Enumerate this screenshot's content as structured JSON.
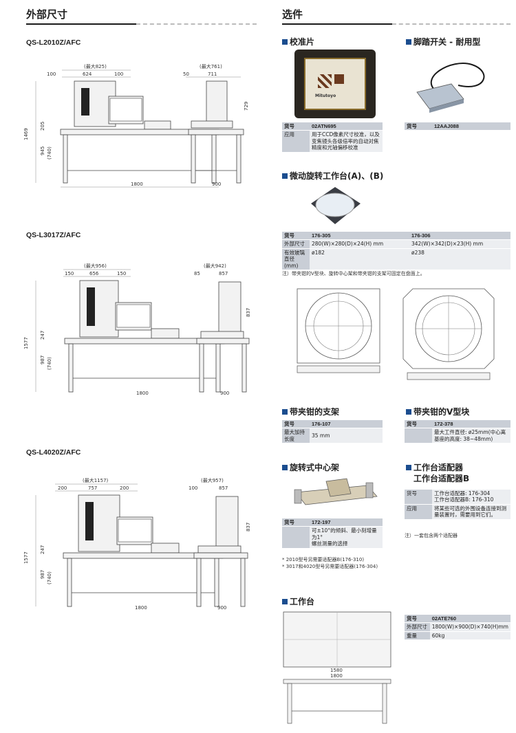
{
  "headers": {
    "left": "外部尺寸",
    "right": "选件"
  },
  "models": [
    {
      "name": "QS-L2010Z/AFC",
      "front": {
        "max": "(最大825)",
        "w1": "100",
        "w2": "624",
        "w3": "100",
        "total": "1800",
        "h_total": "1469",
        "h_mid": "205",
        "h_table": "945",
        "h_table2": "(740)"
      },
      "side": {
        "max": "(最大761)",
        "d1": "50",
        "d2": "711",
        "h": "729",
        "depth": "900"
      }
    },
    {
      "name": "QS-L3017Z/AFC",
      "front": {
        "max": "(最大956)",
        "w1": "150",
        "w2": "656",
        "w3": "150",
        "total": "1800",
        "h_total": "1577",
        "h_mid": "247",
        "h_table": "987",
        "h_table2": "(740)"
      },
      "side": {
        "max": "(最大942)",
        "d1": "85",
        "d2": "857",
        "h": "837",
        "depth": "900"
      }
    },
    {
      "name": "QS-L4020Z/AFC",
      "front": {
        "max": "(最大1157)",
        "w1": "200",
        "w2": "757",
        "w3": "200",
        "total": "1800",
        "h_total": "1577",
        "h_mid": "247",
        "h_table": "987",
        "h_table2": "(740)"
      },
      "side": {
        "max": "(最大957)",
        "d1": "100",
        "d2": "857",
        "h": "837",
        "depth": "900"
      }
    }
  ],
  "options": {
    "calib": {
      "title": "校准片",
      "k1": "货号",
      "v1": "02ATN695",
      "k2": "应用",
      "v2": "用于CCD像素尺寸校准，以及变焦镜头各级倍率的自动对焦精度和光轴偏移校准",
      "img_text": "Mitutoyo"
    },
    "foot": {
      "title": "脚踏开关 - 耐用型",
      "k1": "货号",
      "v1": "12AAJ088"
    },
    "rotary": {
      "title": "微动旋转工作台(A)、(B)",
      "headers": [
        "货号",
        "176-305",
        "176-306"
      ],
      "rows": [
        {
          "k": "外部尺寸",
          "a": "280(W)×280(D)×24(H) mm",
          "b": "342(W)×342(D)×23(H) mm"
        },
        {
          "k": "有效玻璃直径(mm)",
          "a": "ø182",
          "b": "ø238"
        }
      ],
      "note": "注）带夹钳的V型块、旋转中心架和带夹钳的支架可固定在盘面上。"
    },
    "clamp_stand": {
      "title": "带夹钳的支架",
      "k1": "货号",
      "v1": "176-107",
      "k2": "最大加持长度",
      "v2": "35 mm"
    },
    "vblock": {
      "title": "带夹钳的V型块",
      "k1": "货号",
      "v1": "172-378",
      "v2": "最大工件直径: ø25mm(中心离基座的高度: 38~48mm)"
    },
    "center": {
      "title": "旋转式中心架",
      "k1": "货号",
      "v1": "172-197",
      "v2": "可±10°的倾斜、最小刻增量为1°\n螺丝测量的选择",
      "notes": [
        "* 2010型号另需要适配器B(176-310)",
        "* 3017和4020型号另需要适配器(176-304)"
      ]
    },
    "adapter": {
      "title": "工作台适配器",
      "title2": "工作台适配器B",
      "k1": "货号",
      "v1a": "工作台适配器: 176-304",
      "v1b": "工作台适配器B: 176-310",
      "k2": "应用",
      "v2": "将某些可选的外围设备连接到测量装置时，需要用到它们。",
      "note": "注）一套包含两个适配器"
    },
    "workbench": {
      "title": "工作台",
      "k1": "货号",
      "v1": "02ATE760",
      "k2": "外部尺寸",
      "v2": "1800(W)×900(D)×740(H)mm",
      "k3": "重量",
      "v3": "60kg",
      "dim1": "1580",
      "dim2": "1800"
    }
  },
  "colors": {
    "accent": "#1b4d8f",
    "table_key": "#c9ced6",
    "table_val": "#eceef1"
  }
}
